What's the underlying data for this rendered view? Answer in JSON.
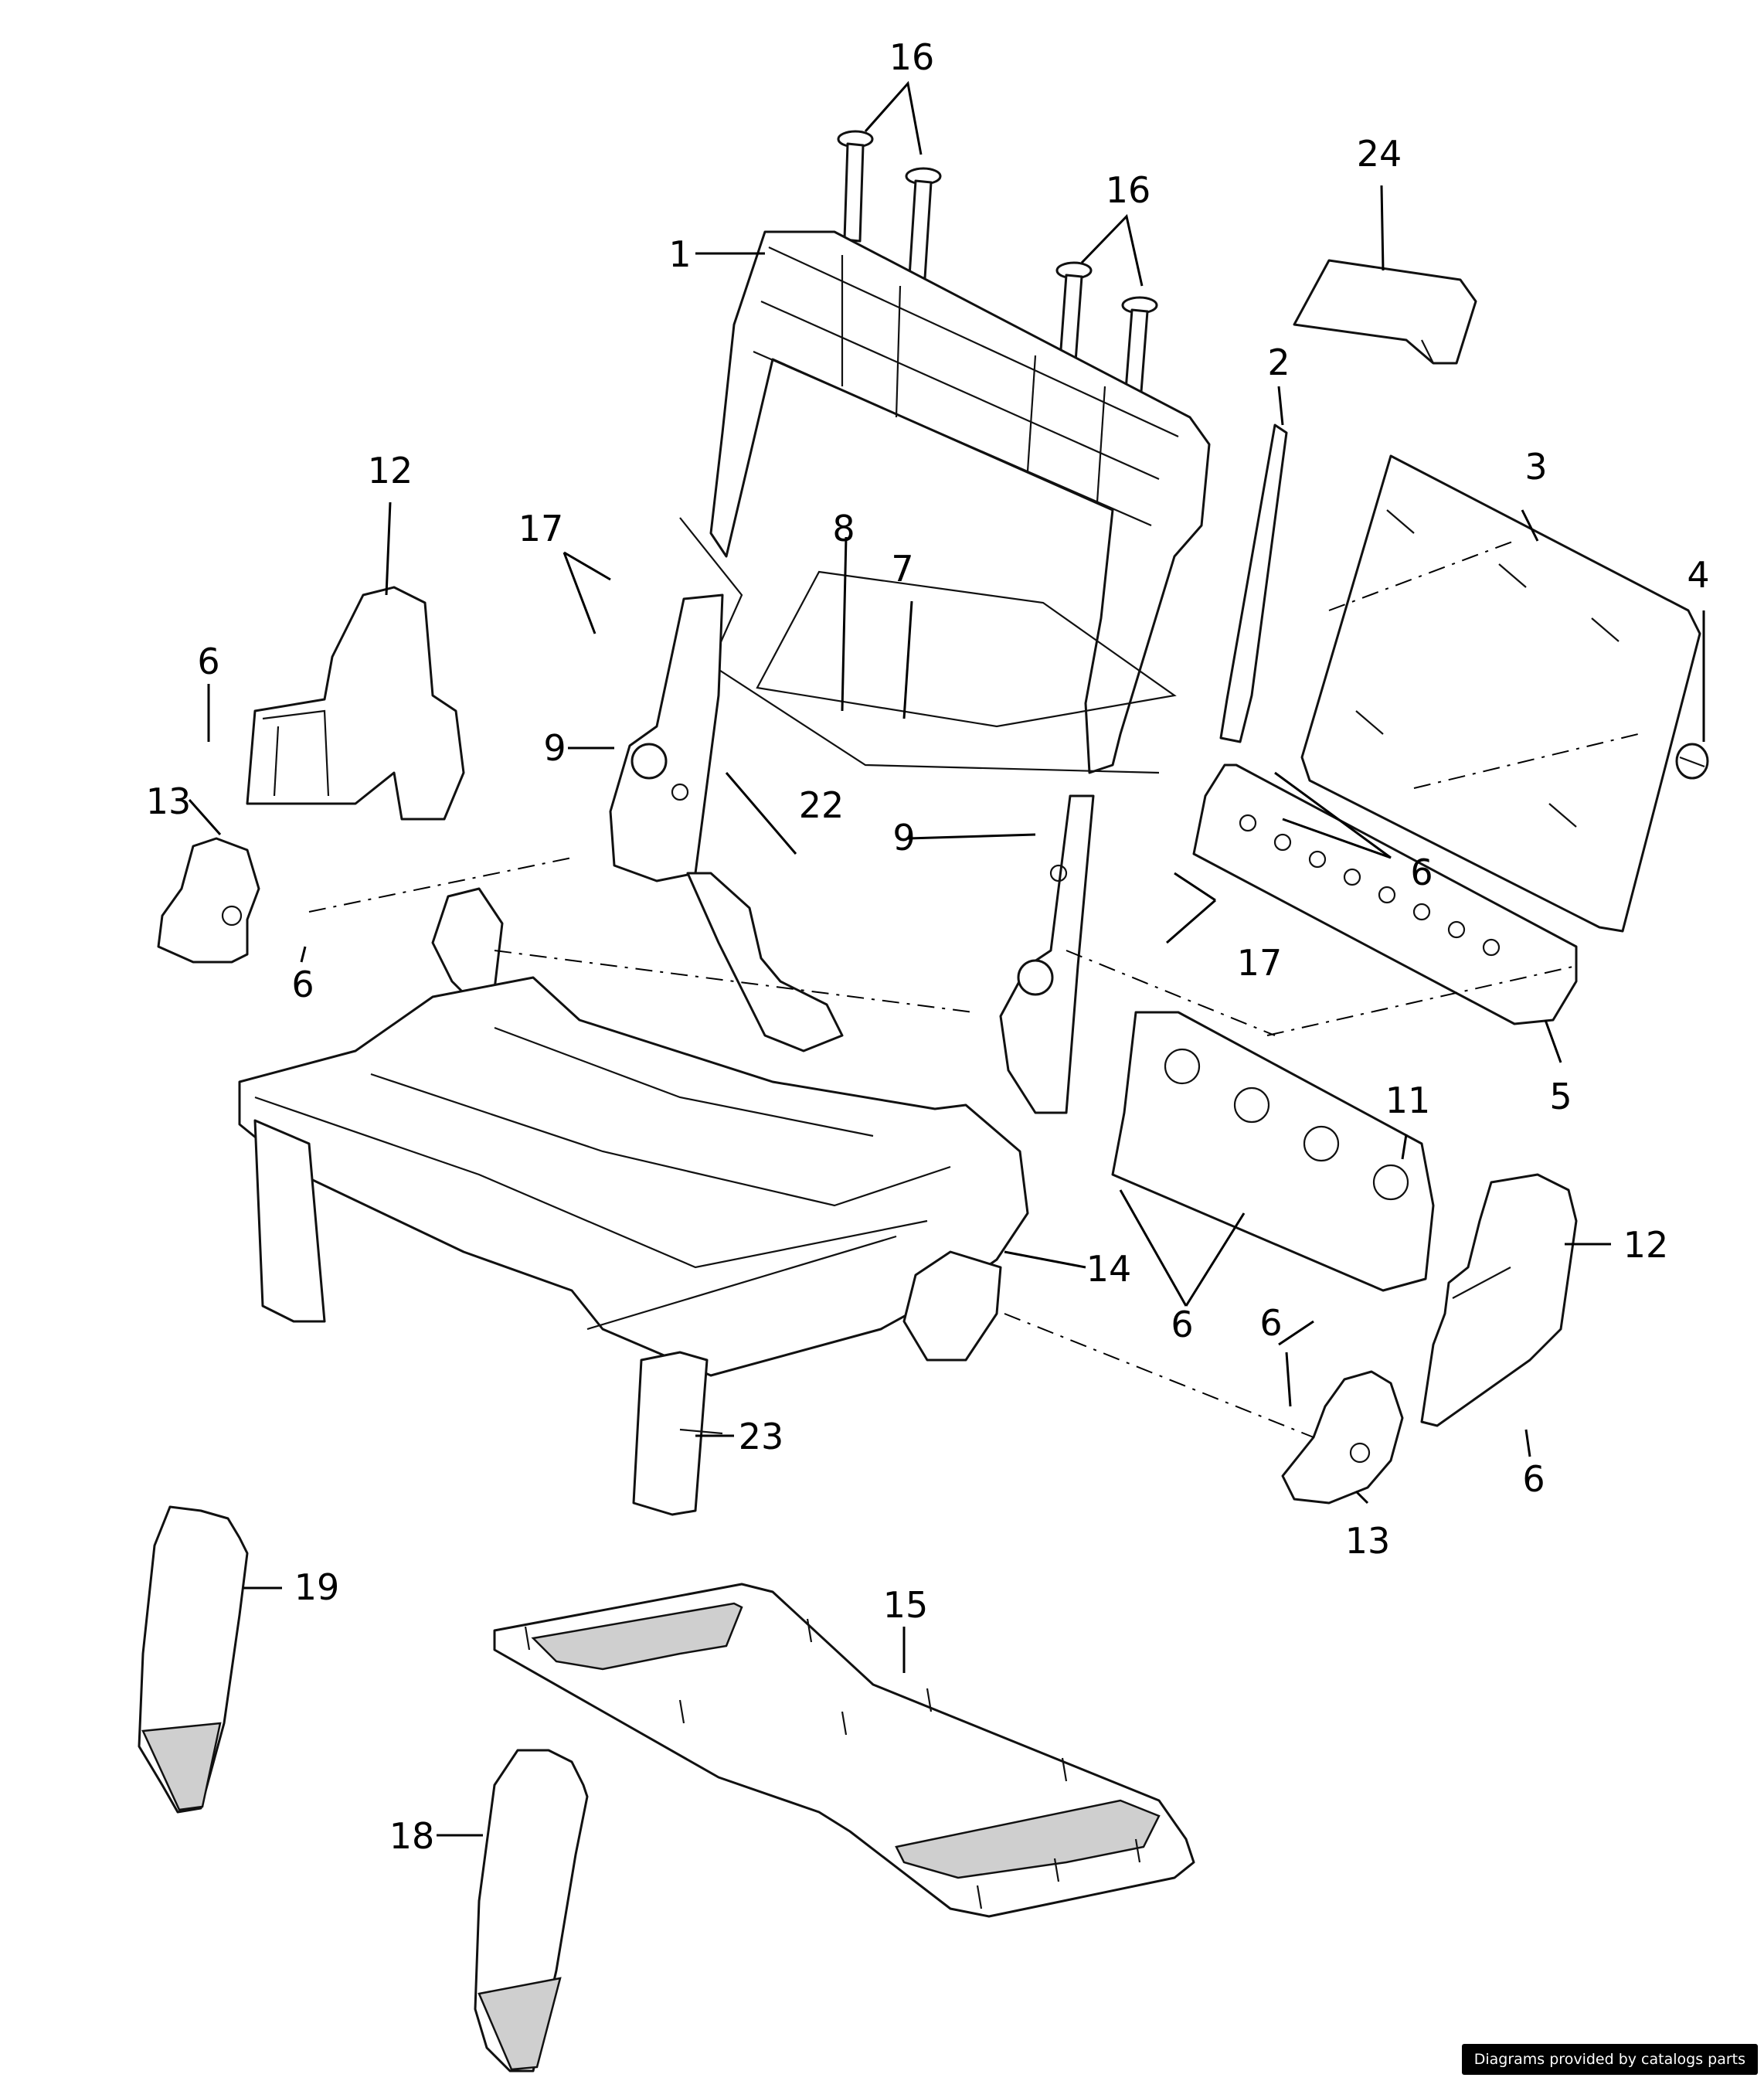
{
  "callouts": [
    {
      "id": "c16a",
      "text": "16"
    },
    {
      "id": "c16b",
      "text": "16"
    },
    {
      "id": "c24",
      "text": "24"
    },
    {
      "id": "c1",
      "text": "1"
    },
    {
      "id": "c2",
      "text": "2"
    },
    {
      "id": "c3",
      "text": "3"
    },
    {
      "id": "c4",
      "text": "4"
    },
    {
      "id": "c12a",
      "text": "12"
    },
    {
      "id": "c17a",
      "text": "17"
    },
    {
      "id": "c8",
      "text": "8"
    },
    {
      "id": "c7",
      "text": "7"
    },
    {
      "id": "c6a",
      "text": "6"
    },
    {
      "id": "c9a",
      "text": "9"
    },
    {
      "id": "c22",
      "text": "22"
    },
    {
      "id": "c9b",
      "text": "9"
    },
    {
      "id": "c6b",
      "text": "6"
    },
    {
      "id": "c13a",
      "text": "13"
    },
    {
      "id": "c17b",
      "text": "17"
    },
    {
      "id": "c6c",
      "text": "6"
    },
    {
      "id": "c5",
      "text": "5"
    },
    {
      "id": "c11",
      "text": "11"
    },
    {
      "id": "c12b",
      "text": "12"
    },
    {
      "id": "c14",
      "text": "14"
    },
    {
      "id": "c6d",
      "text": "6"
    },
    {
      "id": "c6e",
      "text": "6"
    },
    {
      "id": "c23",
      "text": "23"
    },
    {
      "id": "c6f",
      "text": "6"
    },
    {
      "id": "c13b",
      "text": "13"
    },
    {
      "id": "c19",
      "text": "19"
    },
    {
      "id": "c15",
      "text": "15"
    },
    {
      "id": "c18",
      "text": "18"
    }
  ],
  "credit": "Diagrams provided by catalogs parts"
}
